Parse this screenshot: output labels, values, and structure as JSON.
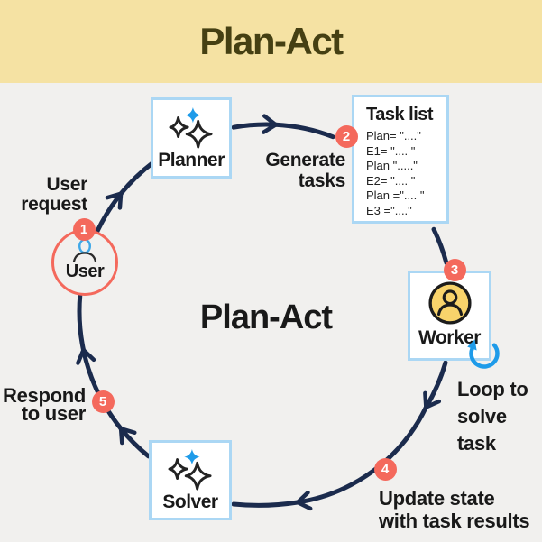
{
  "banner": {
    "title": "Plan-Act"
  },
  "diagram": {
    "center_title": "Plan-Act",
    "nodes": {
      "planner": {
        "label": "Planner",
        "icon": "sparkles-icon"
      },
      "task_list": {
        "title": "Task list",
        "items": [
          "Plan= \"....\"",
          "E1= \".... \"",
          "Plan \".....\"",
          "E2= \".... \"",
          "Plan =\".... \"",
          "E3 =\"....\""
        ]
      },
      "worker": {
        "label": "Worker",
        "icon": "person-icon"
      },
      "solver": {
        "label": "Solver",
        "icon": "sparkles-icon"
      },
      "user": {
        "label": "User",
        "icon": "person-icon"
      }
    },
    "badges": {
      "b1": "1",
      "b2": "2",
      "b3": "3",
      "b4": "4",
      "b5": "5"
    },
    "labels": {
      "user_request": {
        "line1": "User",
        "line2": "request"
      },
      "generate_tasks": {
        "line1": "Generate",
        "line2": "tasks"
      },
      "loop_to_solve_task": {
        "line1": "Loop to",
        "line2": "solve",
        "line3": "task"
      },
      "update_state": {
        "line1": "Update state",
        "line2": "with task results"
      },
      "respond_to_user": {
        "line1": "Respond",
        "line2": "to user"
      }
    },
    "colors": {
      "banner_bg": "#f5e2a3",
      "banner_text": "#454013",
      "canvas_bg": "#f1f0ee",
      "arrow_navy": "#1b2b4d",
      "badge_salmon": "#f4695c",
      "node_border_blue": "#abd7f4",
      "accent_blue": "#1e9be9",
      "worker_yellow": "#f8d36b",
      "text": "#191919"
    }
  }
}
